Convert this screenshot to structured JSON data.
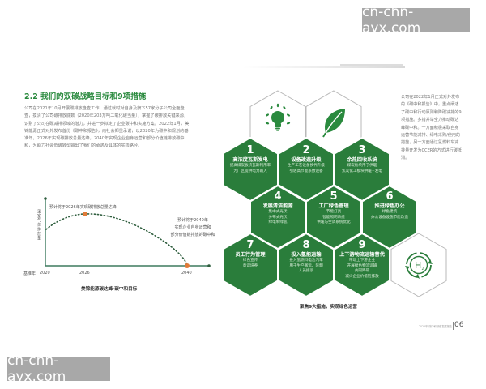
{
  "watermark": {
    "text": "cn-chn-ayx.com"
  },
  "section": {
    "title": "2.2 我们的双碳战略目标和9项措施",
    "intro": "公司在2021年10月开展碳排放盘查工作，通过就时对自身及旗下57家分子公司全面盘查，摸清了公司碳排放底数（2020年203万吨二氧化碳当量），掌握了碳排放关键来源，识别了公司在碳减排领域的潜力，并进一步拟定了企业碳中和实施方案。2022年1月，美锦能源正式对外发布首份《碳中和报告》，向社会郑重承诺，以2020年为碳中和规划的基准年，2026年实现碳排放总量达峰，2040年实现企业自身运营和部分价值链排放碳中和，为助力社会低碳转型输出了我们的承诺及具体的实践路径。"
  },
  "right_text": "公司在2022年1月正式对外发布的《碳中和报告》中，重点阐述了碳中和行动原则和降碳减排的9项措施。多措并举全力推动碳达峰碳中和。一方面积极采取自身运营节能减排、绿电采购/使用的措施，另一方面通过氢燃料车减排量开发为CCER的方式进行碳抵消。",
  "chart_data": {
    "type": "line",
    "title": "美锦能源碳达峰·碳中和目标",
    "xlabel": "",
    "ylabel": "温室气体排放量",
    "x_tick_labels": [
      "基准年",
      "2020",
      "2026",
      "2040"
    ],
    "x": [
      2020,
      2026,
      2040
    ],
    "series": [
      {
        "name": "温室气体排放量（示意）",
        "values": [
          0.55,
          1.0,
          0.0
        ],
        "style": "dotted"
      }
    ],
    "markers": [
      {
        "x": 2026,
        "label": "预计将于2026年实现碳排放总量达峰"
      },
      {
        "x": 2040,
        "label": "预计将于2040年实现企业自身运营和部分价值链排放的碳中和"
      }
    ],
    "annotations": {
      "peak": "预计将于2026年实现碳排放总量达峰",
      "neutral_lines": [
        "预计将于2040年",
        "实现企业自身运营和",
        "部分价值链排放的碳中和"
      ]
    },
    "ylim": [
      0,
      1.2
    ],
    "grid": false,
    "colors": {
      "axis": "#3d7a5f",
      "line": "#2f5e3e",
      "marker": "#e07b39"
    }
  },
  "measures": {
    "caption": "聚焦9大措施，实现绿色运营",
    "items": [
      {
        "num": "1",
        "title": "高浓度瓦斯发电",
        "desc": [
          "提高煤炭板块瓦斯利用率",
          "为厂区提供电力输入"
        ]
      },
      {
        "num": "2",
        "title": "设备改造升级",
        "desc": [
          "生产工艺设备换代升级",
          "引进高节能系数设备"
        ]
      },
      {
        "num": "3",
        "title": "余热回收系统",
        "desc": [
          "煤炭板块用于供暖",
          "焦炭化工板块供暖+发电"
        ]
      },
      {
        "num": "4",
        "title": "发展清洁能源",
        "desc": [
          "集中式光伏",
          "分布式光伏",
          "绿电制绿氢"
        ]
      },
      {
        "num": "5",
        "title": "工厂绿色管理",
        "desc": [
          "节能灯具",
          "智能照明系统",
          "供暖与空调系统优化"
        ]
      },
      {
        "num": "6",
        "title": "推进绿色办公",
        "desc": [
          "绿色建筑",
          "办公设备设施节能改造"
        ]
      },
      {
        "num": "7",
        "title": "员工行为管理",
        "desc": [
          "绿色宣传",
          "意识培养"
        ]
      },
      {
        "num": "8",
        "title": "投入氢能运输",
        "desc": [
          "投入氢燃料电池汽车",
          "用于生产搬运、装卸",
          "人员接驳"
        ]
      },
      {
        "num": "9",
        "title": "上下游物流运输替代",
        "desc": [
          "带动上下游企业",
          "开展绿色物流运输",
          "共同降碳",
          "减少企业价值链排放"
        ]
      }
    ],
    "icons": [
      "lightbulb-icon",
      "leaf-icon",
      "hydrogen-cycle-icon"
    ],
    "colors": {
      "hex_fill": "#2a7d3b",
      "hex_outline": "#b8b8b8",
      "icon_green": "#2a8a3e"
    }
  },
  "footer": {
    "report_name": "2022年 碳中和绿色发展报告",
    "page": "06"
  }
}
